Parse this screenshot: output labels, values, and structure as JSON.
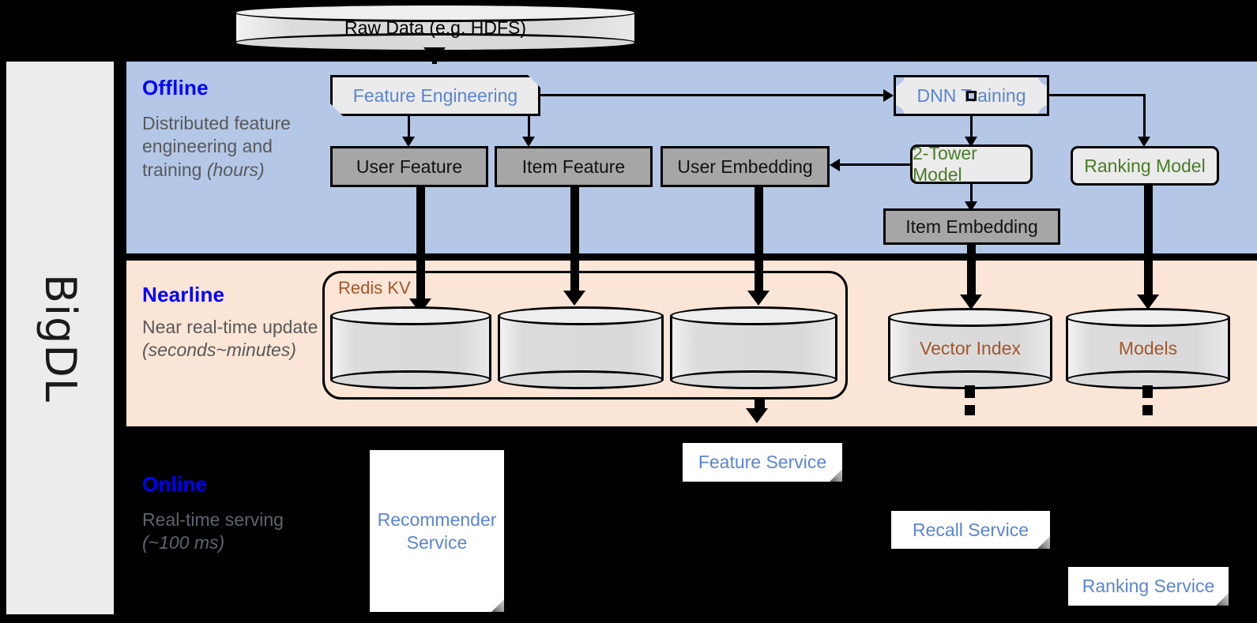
{
  "sidebar": {
    "label": "BigDL"
  },
  "bands": {
    "offline": {
      "title": "Offline",
      "desc_main": "Distributed feature engineering and training ",
      "desc_italic": "(hours)",
      "color": "#b4c7e7"
    },
    "nearline": {
      "title": "Nearline",
      "desc_main": "Near real-time update ",
      "desc_italic": "(seconds~minutes)",
      "color": "#fbe5d6"
    },
    "online": {
      "title": "Online",
      "desc_main": "Real-time serving ",
      "desc_italic": "(~100 ms)",
      "color": "#000000"
    }
  },
  "source": {
    "raw_data": "Raw Data (e.g. HDFS)"
  },
  "offline": {
    "feature_engineering": "Feature Engineering",
    "dnn_training": "DNN Training",
    "user_feature": "User Feature",
    "item_feature": "Item Feature",
    "user_embedding": "User Embedding",
    "two_tower_model": "2-Tower Model",
    "ranking_model": "Ranking Model",
    "item_embedding": "Item Embedding"
  },
  "nearline": {
    "redis_kv": "Redis KV",
    "store_1": "",
    "store_2": "",
    "store_3": "",
    "vector_index": "Vector Index",
    "models": "Models"
  },
  "online": {
    "recommender_service": "Recommender Service",
    "feature_service": "Feature Service",
    "recall_service": "Recall Service",
    "ranking_service": "Ranking Service"
  },
  "colors": {
    "band_offline": "#b4c7e7",
    "band_nearline": "#fbe5d6",
    "title_blue": "#0000ff",
    "text_gray": "#595959",
    "model_green": "#4a7c28",
    "service_blue": "#5b85d1",
    "store_brown": "#a5562a",
    "grey_box": "#a6a6a6"
  }
}
